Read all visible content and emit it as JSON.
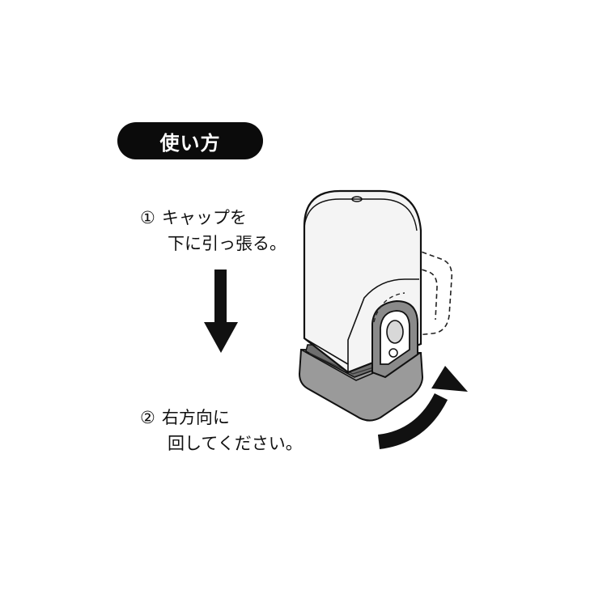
{
  "title": "使い方",
  "steps": [
    {
      "number": "①",
      "line1": "キャップを",
      "line2": "下に引っ張る。"
    },
    {
      "number": "②",
      "line1": "右方向に",
      "line2": "回してください。"
    }
  ],
  "icons": {
    "down_arrow": "down-arrow-icon",
    "rotate_arrow": "rotate-right-arrow-icon"
  },
  "colors": {
    "ink": "#111111",
    "pill": "#0b0b0b",
    "base_gray": "#9a9a9a",
    "cap_face": "#f4f4f4"
  }
}
